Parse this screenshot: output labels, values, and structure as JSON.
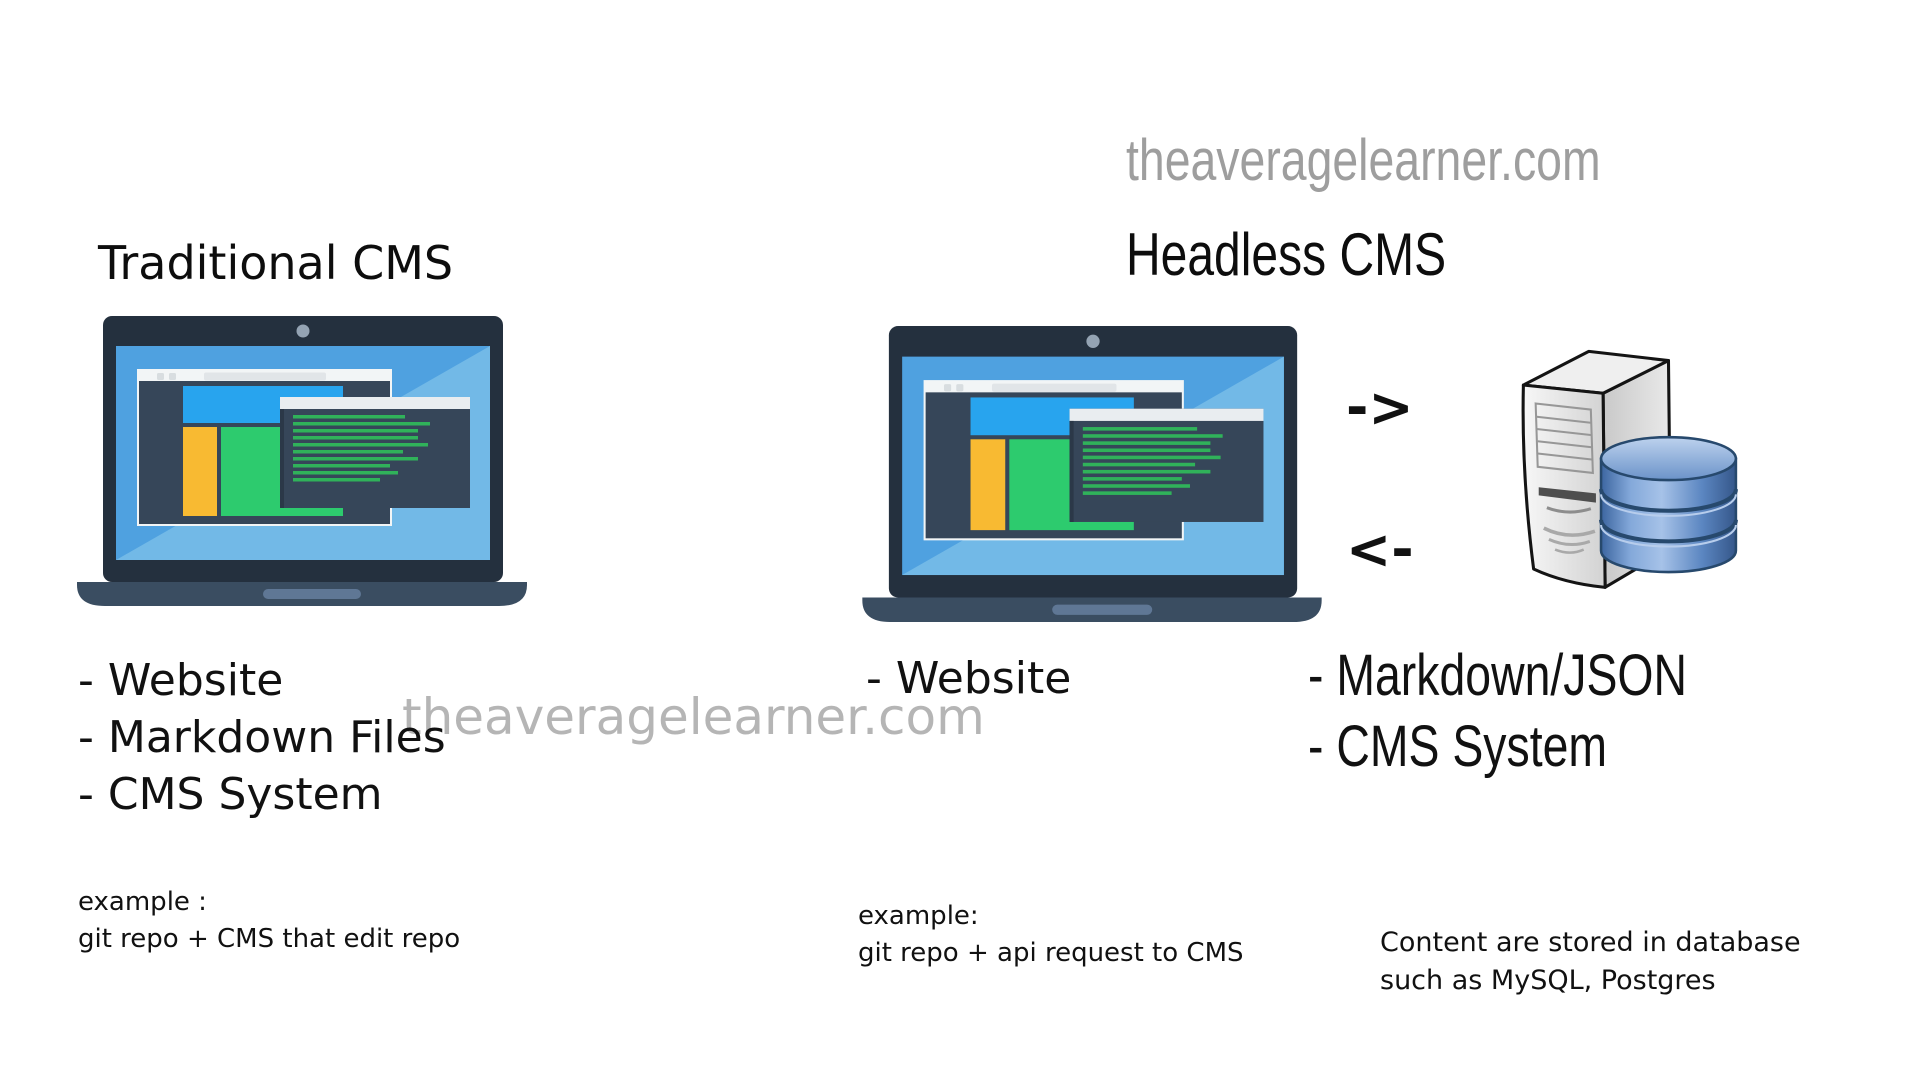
{
  "brand": {
    "top_right": "theaveragelearner.com",
    "watermark": "theaveragelearner.com"
  },
  "left": {
    "title": "Traditional CMS",
    "items": [
      "- Website",
      "- Markdown Files",
      "- CMS System"
    ],
    "example": {
      "label": "example :",
      "text": "git repo + CMS that edit repo"
    }
  },
  "right": {
    "title": "Headless CMS",
    "laptop_item": "- Website",
    "arrows": {
      "to_server": "->",
      "to_client": "<-"
    },
    "server_items": [
      "- Markdown/JSON",
      "- CMS System"
    ],
    "example": {
      "label": "example:",
      "text": "git repo + api request to CMS"
    },
    "server_note": [
      "Content are stored in database",
      "such as MySQL, Postgres"
    ]
  },
  "colors": {
    "bezel_navy": "#24303e",
    "base_slate": "#3a4d61",
    "screen_blue": "#4fa1e0",
    "screen_blue_light": "#72b9e7",
    "window_navy": "#364659",
    "header_blue": "#28a4ee",
    "sidebar_orange": "#f8ba32",
    "content_green": "#2dcb6e",
    "code_green": "#30b25a",
    "db_blue": "#5b86c1",
    "watermark_gray": "#9e9e9e"
  }
}
